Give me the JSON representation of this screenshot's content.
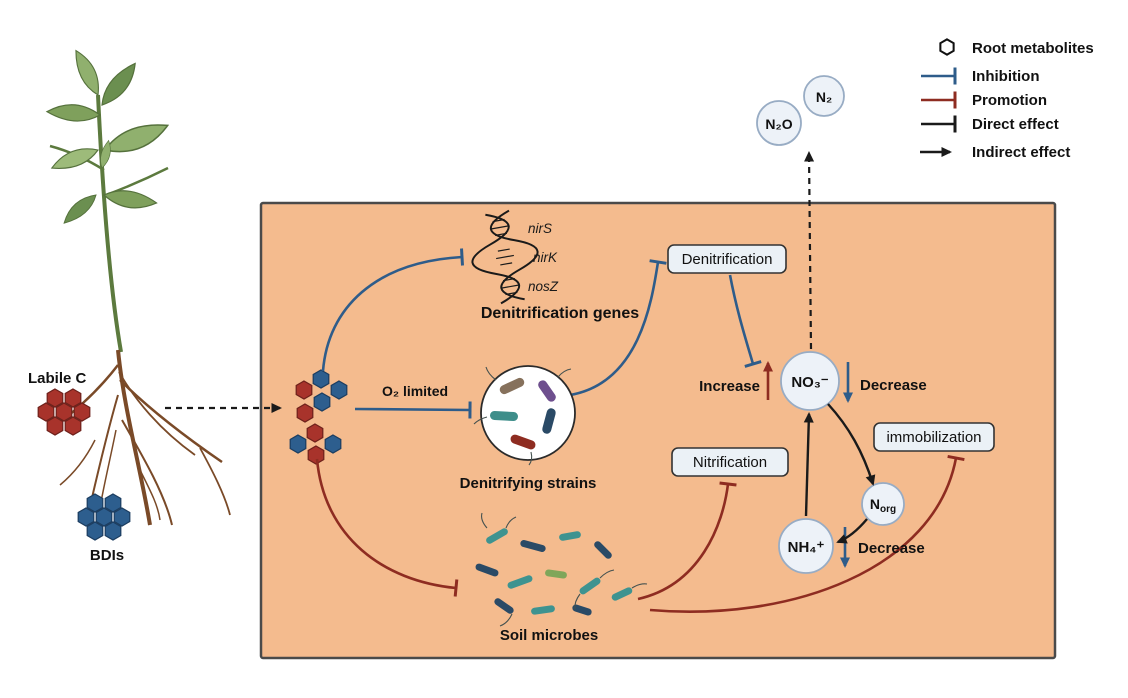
{
  "legend": {
    "root_metabolites": "Root metabolites",
    "inhibition": "Inhibition",
    "promotion": "Promotion",
    "direct_effect": "Direct effect",
    "indirect_effect": "Indirect effect"
  },
  "plant": {
    "labile_c": "Labile C",
    "bdis": "BDIs"
  },
  "gases": {
    "n2o": "N₂O",
    "n2": "N₂"
  },
  "genes": {
    "nirs": "nirS",
    "nirk": "nirK",
    "nosz": "nosZ",
    "caption": "Denitrification genes"
  },
  "boxes": {
    "denitrification": "Denitrification",
    "nitrification": "Nitrification",
    "immobilization": "immobilization"
  },
  "labels": {
    "o2_limited": "O₂ limited",
    "denitrifying_strains": "Denitrifying strains",
    "soil_microbes": "Soil microbes",
    "increase": "Increase",
    "decrease_no3": "Decrease",
    "decrease_nh4": "Decrease"
  },
  "nodes": {
    "no3": "NO₃⁻",
    "nh4": "NH₄⁺",
    "norg_base": "N",
    "norg_sub": "org"
  },
  "colors": {
    "soil_box_fill": "#F4BB8E",
    "soil_box_border": "#4A4A4A",
    "inhibition_blue": "#2E5C8A",
    "promotion_red": "#8E2C21",
    "direct_black": "#1A1A1A",
    "hexagon_red": "#A8332B",
    "hexagon_blue": "#2D5E8E",
    "node_fill": "#EDF2F8",
    "node_border": "#98ACC4",
    "process_box_fill": "#EBF1F6"
  }
}
